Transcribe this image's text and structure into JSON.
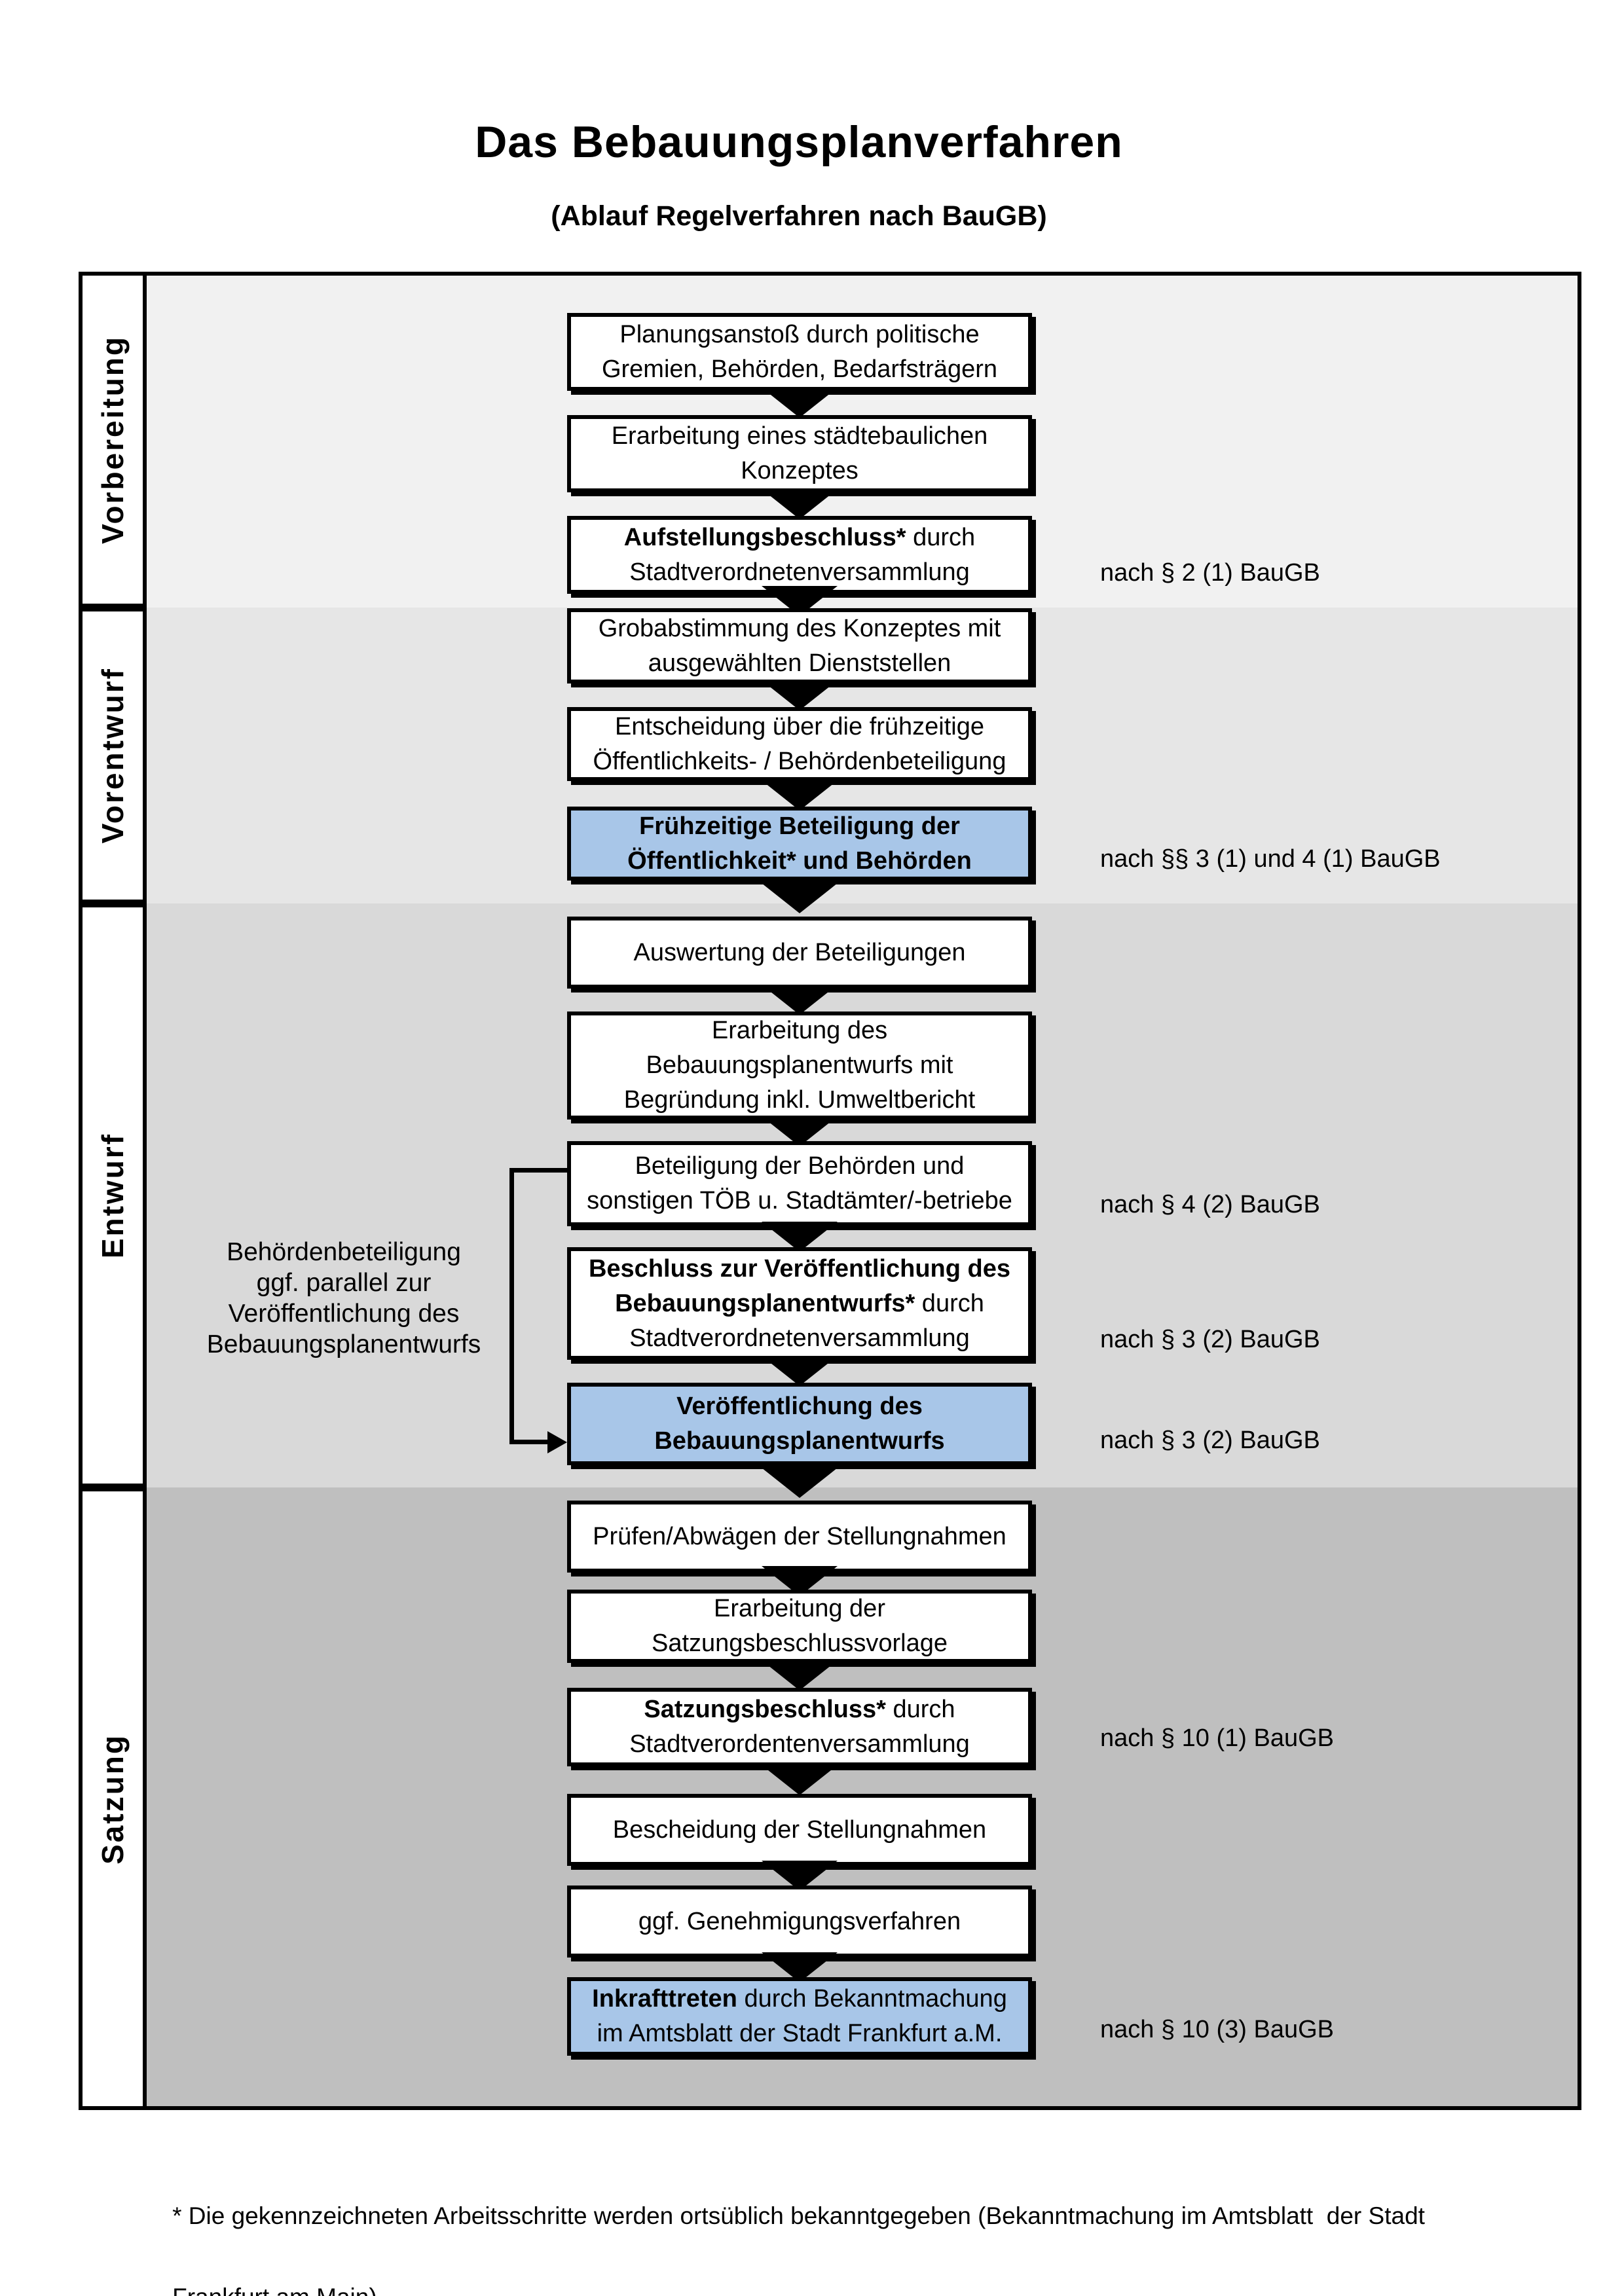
{
  "page": {
    "title": "Das Bebauungsplanverfahren",
    "subtitle": "(Ablauf Regelverfahren nach BauGB)"
  },
  "phases": [
    {
      "label": "Vorbereitung"
    },
    {
      "label": "Vorentwurf"
    },
    {
      "label": "Entwurf"
    },
    {
      "label": "Satzung"
    }
  ],
  "flow": {
    "boxes": [
      {
        "style": "white",
        "lines": [
          {
            "text": "Planungsanstoß durch politische"
          },
          {
            "text": "Gremien, Behörden, Bedarfsträgern"
          }
        ]
      },
      {
        "style": "white",
        "lines": [
          {
            "text": "Erarbeitung eines städtebaulichen"
          },
          {
            "text": "Konzeptes"
          }
        ]
      },
      {
        "style": "white",
        "lines": [
          {
            "bold": "Aufstellungsbeschluss*",
            "text": " durch"
          },
          {
            "text": "Stadtverordnetenversammlung"
          }
        ]
      },
      {
        "style": "white",
        "lines": [
          {
            "text": "Grobabstimmung des Konzeptes mit"
          },
          {
            "text": "ausgewählten Dienststellen"
          }
        ]
      },
      {
        "style": "white",
        "lines": [
          {
            "text": "Entscheidung über die frühzeitige"
          },
          {
            "text": "Öffentlichkeits- / Behördenbeteiligung"
          }
        ]
      },
      {
        "style": "blue",
        "lines": [
          {
            "bold": "Frühzeitige Beteiligung der"
          },
          {
            "bold": "Öffentlichkeit* und Behörden"
          }
        ]
      },
      {
        "style": "white",
        "lines": [
          {
            "text": "Auswertung der Beteiligungen"
          }
        ]
      },
      {
        "style": "white",
        "lines": [
          {
            "text": "Erarbeitung des"
          },
          {
            "text": "Bebauungsplanentwurfs mit"
          },
          {
            "text": "Begründung inkl. Umweltbericht"
          }
        ]
      },
      {
        "style": "white",
        "lines": [
          {
            "text": "Beteiligung der Behörden und"
          },
          {
            "text": "sonstigen TÖB u. Stadtämter/-betriebe"
          }
        ]
      },
      {
        "style": "white",
        "lines": [
          {
            "bold": "Beschluss zur Veröffentlichung des"
          },
          {
            "bold": "Bebauungsplanentwurfs*",
            "text": " durch"
          },
          {
            "text": "Stadtverordnetenversammlung"
          }
        ]
      },
      {
        "style": "blue",
        "lines": [
          {
            "bold": "Veröffentlichung des"
          },
          {
            "bold": "Bebauungsplanentwurfs"
          }
        ]
      },
      {
        "style": "white",
        "lines": [
          {
            "text": "Prüfen/Abwägen der Stellungnahmen"
          }
        ]
      },
      {
        "style": "white",
        "lines": [
          {
            "text": "Erarbeitung der"
          },
          {
            "text": "Satzungsbeschlussvorlage"
          }
        ]
      },
      {
        "style": "white",
        "lines": [
          {
            "bold": "Satzungsbeschluss*",
            "text": " durch"
          },
          {
            "text": "Stadtverordentenversammlung"
          }
        ]
      },
      {
        "style": "white",
        "lines": [
          {
            "text": "Bescheidung der Stellungnahmen"
          }
        ]
      },
      {
        "style": "white",
        "lines": [
          {
            "text": "ggf. Genehmigungsverfahren"
          }
        ]
      },
      {
        "style": "blue",
        "lines": [
          {
            "bold": "Inkrafttreten",
            "text": " durch Bekanntmachung"
          },
          {
            "text": "im Amtsblatt der Stadt Frankfurt a.M."
          }
        ]
      }
    ]
  },
  "refs": [
    "nach § 2 (1) BauGB",
    "nach §§ 3 (1) und 4 (1) BauGB",
    "nach § 4 (2) BauGB",
    "nach § 3 (2) BauGB",
    "nach § 3 (2) BauGB",
    "nach § 10 (1) BauGB",
    "nach § 10 (3) BauGB"
  ],
  "side_note": {
    "lines": [
      "Behördenbeteiligung",
      "ggf. parallel zur",
      "Veröffentlichung des",
      "Bebauungsplanentwurfs"
    ]
  },
  "footnote": {
    "line1": "* Die gekennzeichneten Arbeitsschritte werden ortsüblich bekanntgegeben (Bekanntmachung im Amtsblatt  der Stadt",
    "line2": "Frankfurt am Main)."
  },
  "colors": {
    "vorbereitung_bg": "#f1f1f1",
    "vorentwurf_bg": "#e6e6e6",
    "entwurf_bg": "#d9d9d9",
    "satzung_bg": "#bfbfbf",
    "highlight_blue": "#a8c6e8",
    "line_black": "#000000"
  }
}
